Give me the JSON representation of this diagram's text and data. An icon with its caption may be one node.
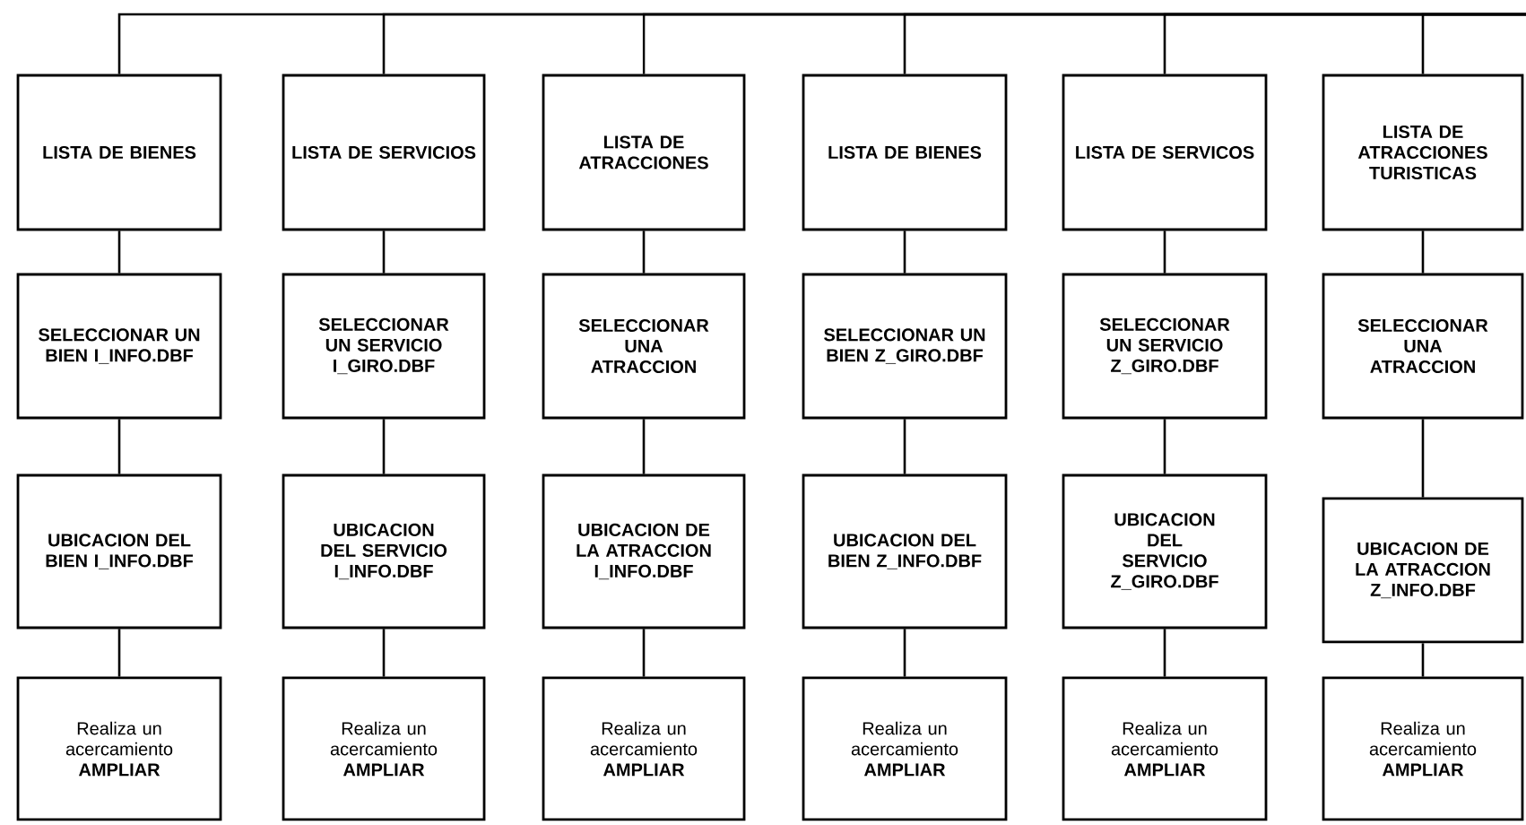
{
  "diagram": {
    "nodes": [
      {
        "text": [
          "LISTA DE BIENES"
        ]
      },
      {
        "text": [
          "LISTA DE SERVICIOS"
        ]
      },
      {
        "text": [
          "LISTA DE ATRACCIONES"
        ]
      },
      {
        "text": [
          "LISTA DE BIENES"
        ]
      },
      {
        "text": [
          "LISTA DE SERVICOS"
        ]
      },
      {
        "text": [
          "LISTA DE ATRACCIONES TURISTICAS"
        ]
      },
      {
        "text": [
          "SELECCIONAR UN BIEN I_INFO.DBF"
        ]
      },
      {
        "text": [
          "SELECCIONAR UN SERVICIO I_GIRO.DBF"
        ]
      },
      {
        "text": [
          "SELECCIONAR UNA ATRACCION"
        ]
      },
      {
        "text": [
          "SELECCIONAR UN BIEN Z_GIRO.DBF"
        ]
      },
      {
        "text": [
          "SELECCIONAR UN SERVICIO Z_GIRO.DBF"
        ]
      },
      {
        "text": [
          "SELECCIONAR UNA ATRACCION"
        ]
      },
      {
        "text": [
          "UBICACION DEL BIEN I_INFO.DBF"
        ]
      },
      {
        "text": [
          "UBICACION DEL SERVICIO I_INFO.DBF"
        ]
      },
      {
        "text": [
          "UBICACION DE LA ATRACCION I_INFO.DBF"
        ]
      },
      {
        "text": [
          "UBICACION DEL BIEN Z_INFO.DBF"
        ]
      },
      {
        "text": [
          "UBICACION DEL SERVICIO Z_GIRO.DBF"
        ]
      },
      {
        "text": [
          "UBICACION DE LA ATRACCION Z_INFO.DBF"
        ]
      },
      {
        "text": [
          "Realiza un acercamiento **AMPLIAR**"
        ]
      },
      {
        "text": [
          "Realiza un acercamiento **AMPLIAR**"
        ]
      },
      {
        "text": [
          "Realiza un acercamiento **AMPLIAR**"
        ]
      },
      {
        "text": [
          "Realiza un acercamiento **AMPLIAR**"
        ]
      },
      {
        "text": [
          "Realiza un acercamiento **AMPLIAR**"
        ]
      },
      {
        "text": [
          "Realiza un acercamiento **AMPLIAR**"
        ]
      }
    ],
    "edges": [
      {
        "from": null,
        "to": 0,
        "arrow": "none"
      },
      {
        "from": null,
        "to": 1,
        "arrow": "none"
      },
      {
        "from": null,
        "to": 2,
        "arrow": "none"
      },
      {
        "from": null,
        "to": 3,
        "arrow": "none"
      },
      {
        "from": null,
        "to": 4,
        "arrow": "none"
      },
      {
        "from": null,
        "to": 5,
        "arrow": "none"
      },
      {
        "from": 0,
        "to": 6,
        "arrow": "none"
      },
      {
        "from": 1,
        "to": 7,
        "arrow": "none"
      },
      {
        "from": 2,
        "to": 8,
        "arrow": "none"
      },
      {
        "from": 3,
        "to": 9,
        "arrow": "none"
      },
      {
        "from": 4,
        "to": 10,
        "arrow": "none"
      },
      {
        "from": 5,
        "to": 11,
        "arrow": "none"
      },
      {
        "from": 6,
        "to": 12,
        "arrow": "none"
      },
      {
        "from": 7,
        "to": 13,
        "arrow": "none"
      },
      {
        "from": 8,
        "to": 14,
        "arrow": "none"
      },
      {
        "from": 9,
        "to": 15,
        "arrow": "none"
      },
      {
        "from": 10,
        "to": 16,
        "arrow": "none"
      },
      {
        "from": 11,
        "to": 17,
        "arrow": "none"
      },
      {
        "from": 12,
        "to": 18,
        "arrow": "none"
      },
      {
        "from": 13,
        "to": 19,
        "arrow": "none"
      },
      {
        "from": 14,
        "to": 20,
        "arrow": "none"
      },
      {
        "from": 15,
        "to": 21,
        "arrow": "none"
      },
      {
        "from": 16,
        "to": 22,
        "arrow": "none"
      },
      {
        "from": 17,
        "to": 23,
        "arrow": "none"
      }
    ]
  }
}
